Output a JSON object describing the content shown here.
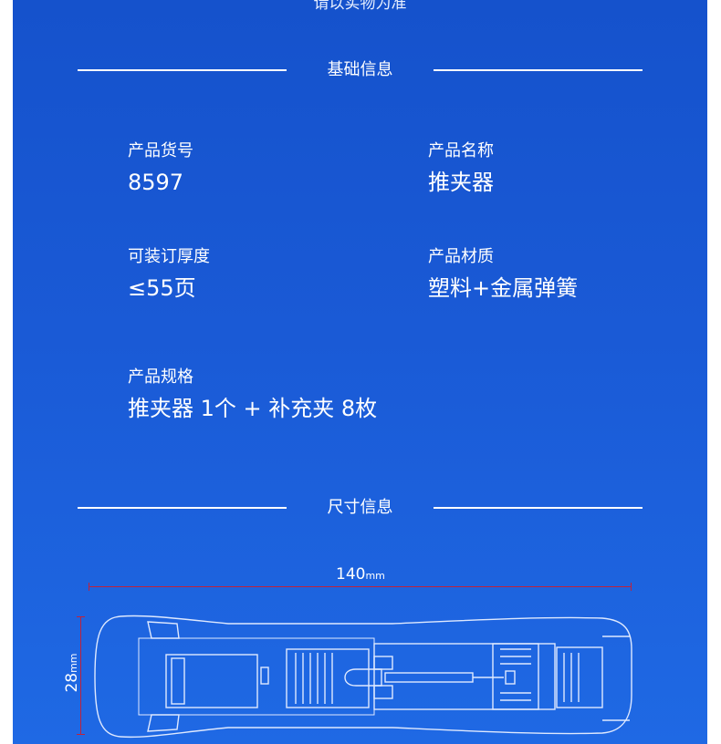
{
  "header_cut_text": "请以实物为准",
  "sections": {
    "basic_info": "基础信息",
    "size_info": "尺寸信息"
  },
  "fields": {
    "item_no": {
      "label": "产品货号",
      "value": "8597"
    },
    "name": {
      "label": "产品名称",
      "value": "推夹器"
    },
    "binding_thickness": {
      "label": "可装订厚度",
      "value": "≤55页"
    },
    "material": {
      "label": "产品材质",
      "value": "塑料+金属弹簧"
    },
    "spec": {
      "label": "产品规格",
      "value": "推夹器 1个 + 补充夹 8枚"
    }
  },
  "dimensions": {
    "length": {
      "value": "140",
      "unit": "mm"
    },
    "height": {
      "value": "28",
      "unit": "mm"
    }
  },
  "colors": {
    "background": "#1a5ad6",
    "dimension_line": "#c0223a",
    "text": "#ffffff"
  }
}
